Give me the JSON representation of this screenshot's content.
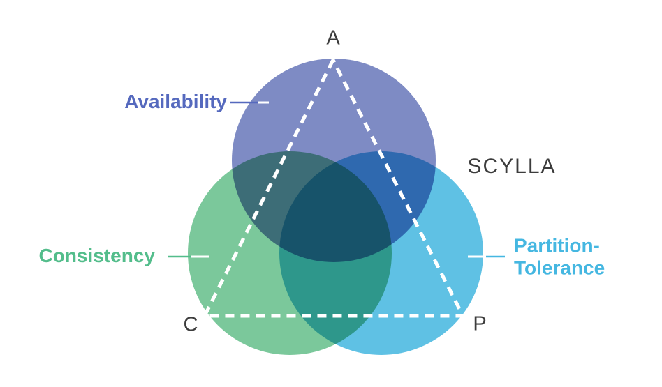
{
  "diagram": {
    "vertices": {
      "top": "A",
      "bottom_left": "C",
      "bottom_right": "P"
    },
    "labels": {
      "availability": "Availability",
      "consistency": "Consistency",
      "partition_line1": "Partition-",
      "partition_line2": "Tolerance",
      "brand": "SCYLLA"
    },
    "colors": {
      "availability_circle": "#7E8BC4",
      "consistency_circle": "#7BC89B",
      "partition_circle": "#5FC1E4",
      "availability_text": "#5569BE",
      "consistency_text": "#53BD8B",
      "partition_text": "#45B7E1",
      "vertex_text": "#3C3C3C",
      "brand_text": "#3C3C3C",
      "white": "#FFFFFF"
    }
  }
}
